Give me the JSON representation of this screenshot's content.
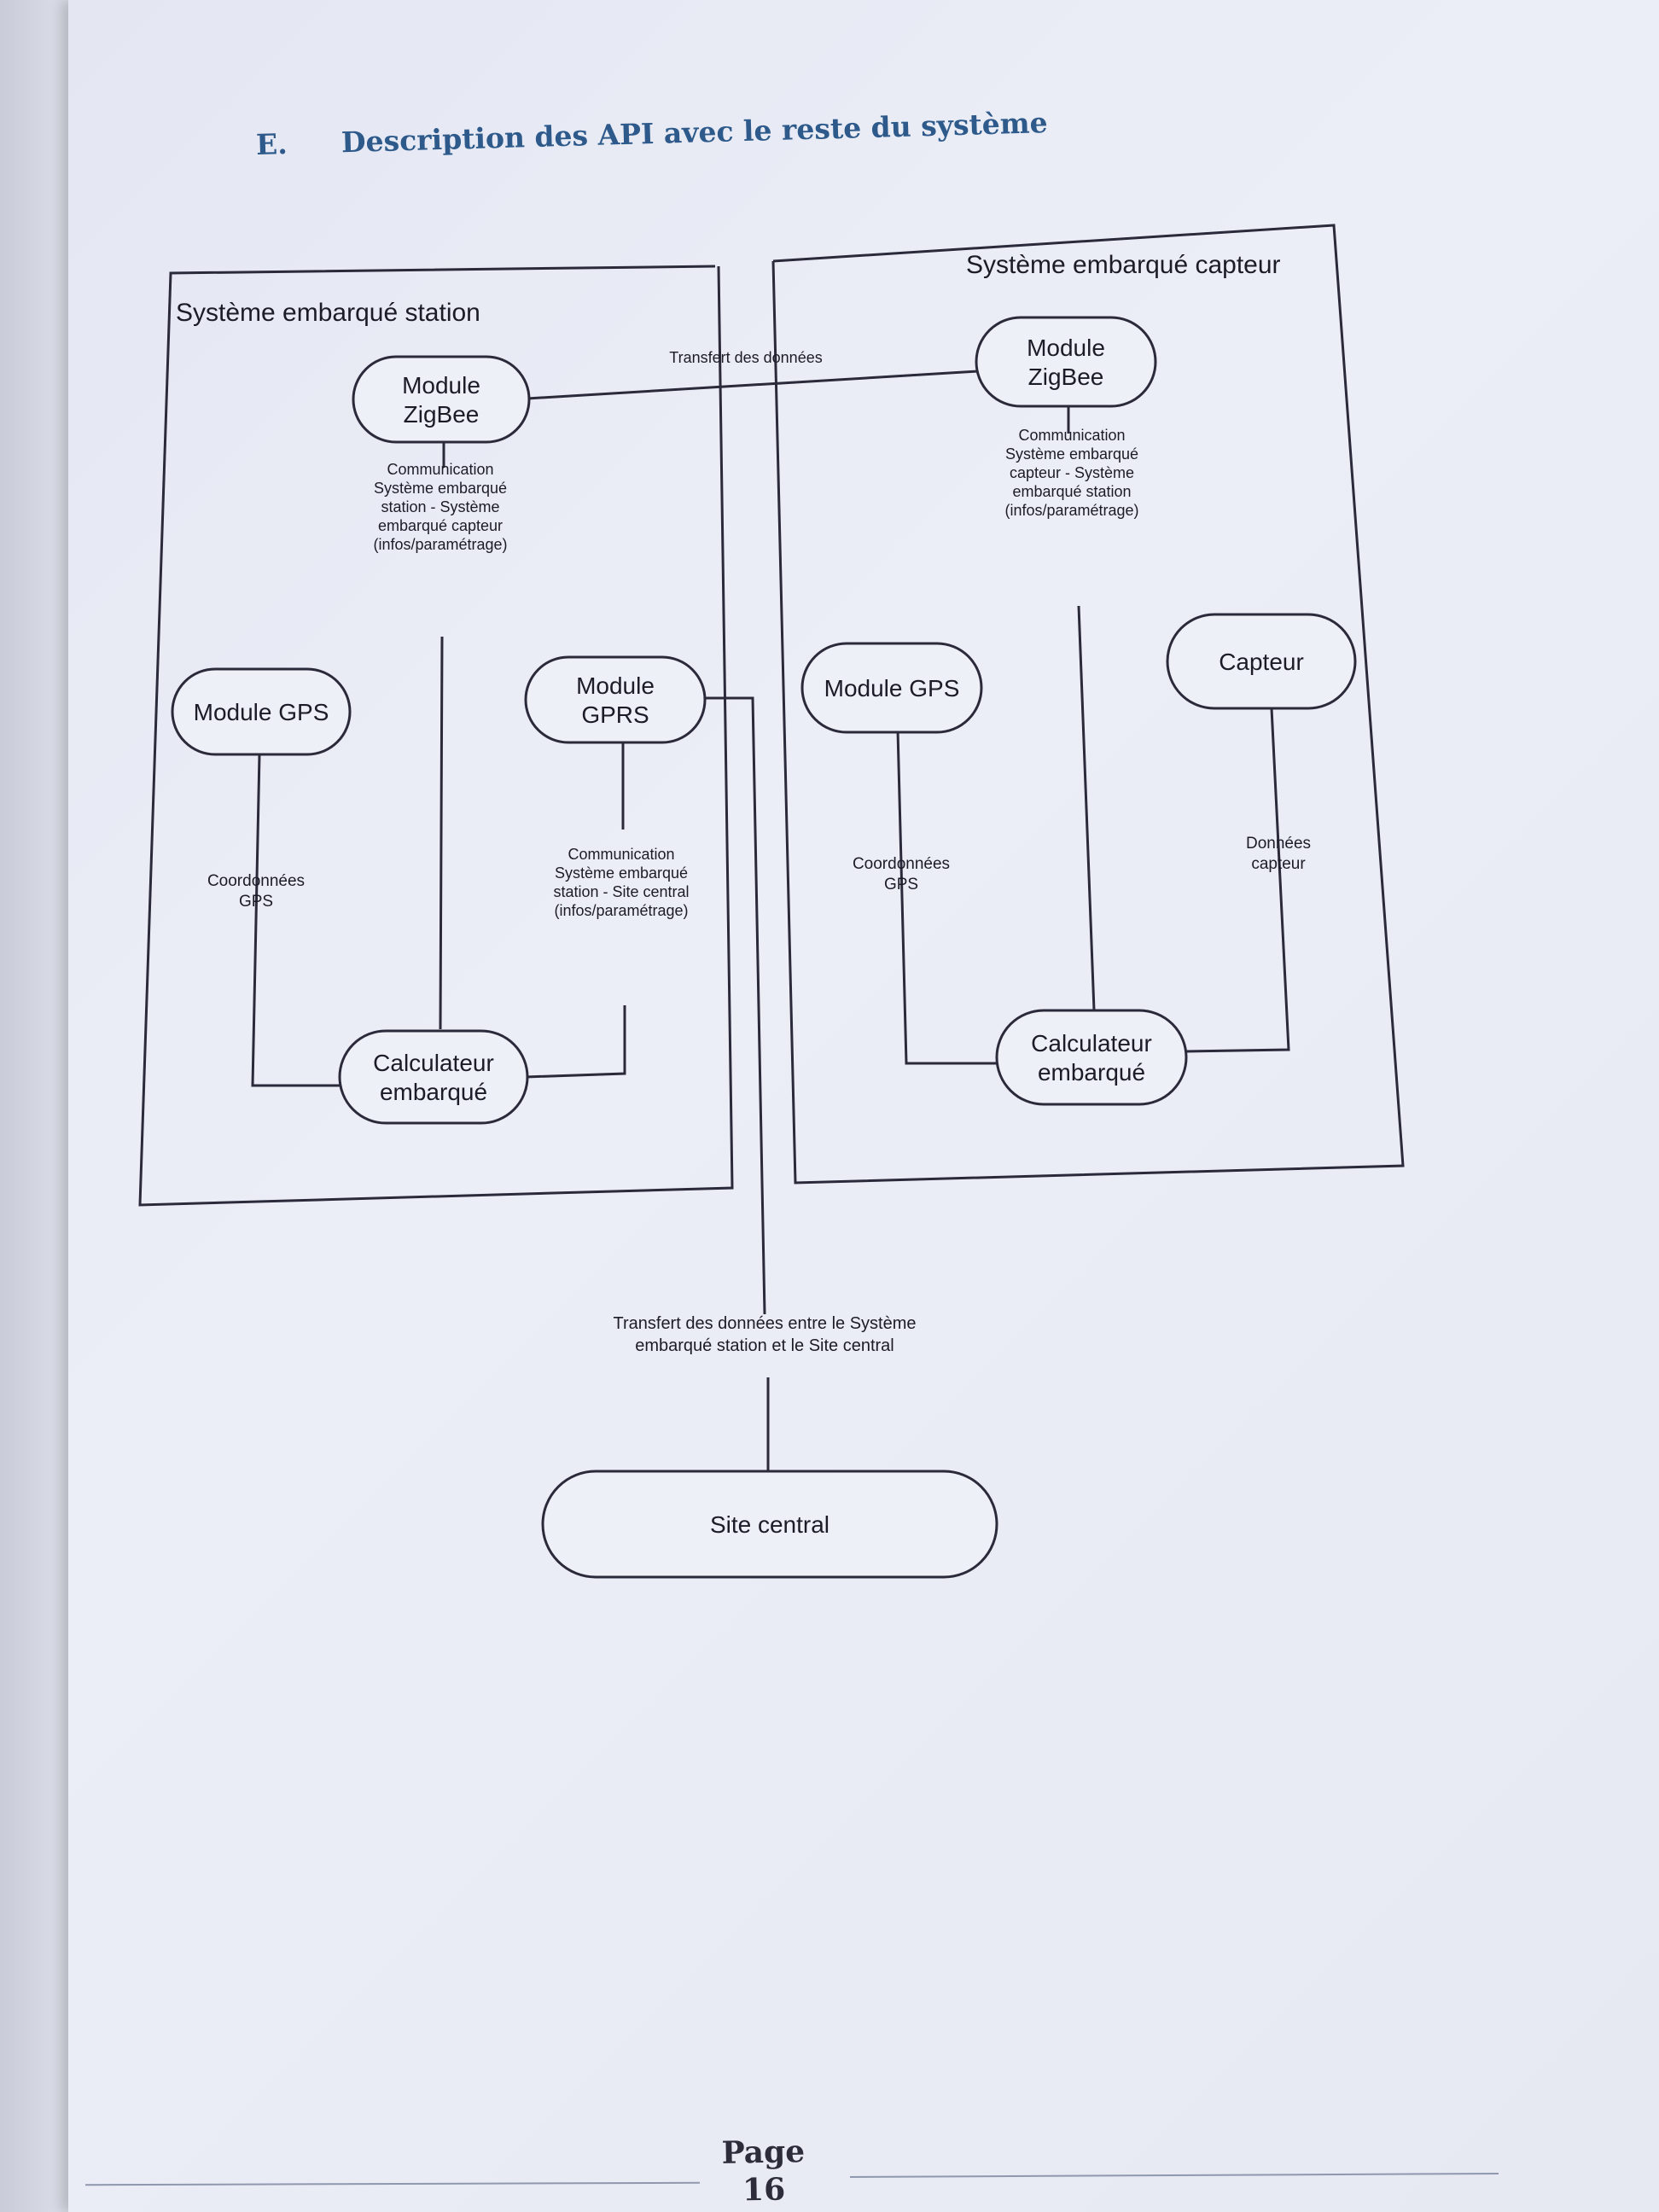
{
  "page": {
    "section_number": "E.",
    "section_title": "Description des API avec le reste du système",
    "page_label": "Page",
    "page_number": "16"
  },
  "diagram": {
    "station_group": {
      "label": "Système embarqué station"
    },
    "sensor_group": {
      "label": "Système embarqué capteur"
    },
    "nodes": {
      "station_zigbee": [
        "Module",
        "ZigBee"
      ],
      "station_gps": [
        "Module GPS"
      ],
      "station_gprs": [
        "Module",
        "GPRS"
      ],
      "station_calc": [
        "Calculateur",
        "embarqué"
      ],
      "sensor_zigbee": [
        "Module",
        "ZigBee"
      ],
      "sensor_gps": [
        "Module GPS"
      ],
      "sensor_capteur": [
        "Capteur"
      ],
      "sensor_calc": [
        "Calculateur",
        "embarqué"
      ],
      "site_central": [
        "Site central"
      ]
    },
    "edge_labels": {
      "zigbee_link": [
        "Transfert des données"
      ],
      "station_zigbee_comm": [
        "Communication",
        "Système embarqué",
        "station - Système",
        "embarqué capteur",
        "(infos/paramétrage)"
      ],
      "station_gps_coords": [
        "Coordonnées",
        "GPS"
      ],
      "station_gprs_comm": [
        "Communication",
        "Système embarqué",
        "station  - Site central",
        "(infos/paramétrage)"
      ],
      "sensor_zigbee_comm": [
        "Communication",
        "Système embarqué",
        "capteur - Système",
        "embarqué station",
        "(infos/paramétrage)"
      ],
      "sensor_gps_coords": [
        "Coordonnées",
        "GPS"
      ],
      "sensor_data": [
        "Données",
        "capteur"
      ],
      "central_link": [
        "Transfert des données entre le Système",
        "embarqué station et le Site central"
      ]
    }
  }
}
